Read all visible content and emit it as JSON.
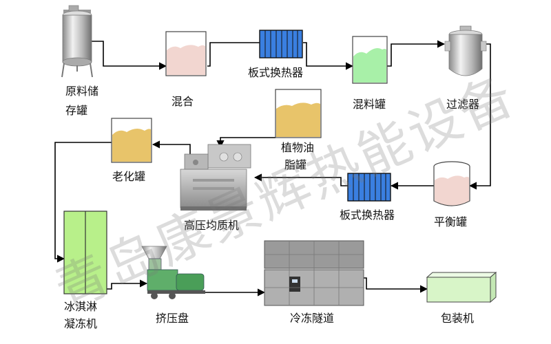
{
  "labels": {
    "raw_tank_line1": "原料储",
    "raw_tank_line2": "存罐",
    "mixing": "混合",
    "plate_exchanger_1": "板式换热器",
    "mixing_tank": "混料罐",
    "filter": "过滤器",
    "oil_tank_line1": "植物油",
    "oil_tank_line2": "脂罐",
    "aging_tank": "老化罐",
    "homogenizer": "高压均质机",
    "plate_exchanger_2": "板式换热器",
    "balance_tank": "平衡罐",
    "freezer_line1": "冰淇淋",
    "freezer_line2": "凝冻机",
    "extruder": "挤压盘",
    "cooling_tunnel": "冷冻隧道",
    "packaging": "包装机"
  },
  "watermark": "青岛康景辉热能设备",
  "colors": {
    "pink_fill": "#f2d6d0",
    "green_fill": "#a8f0a8",
    "mustard_fill": "#e8c46a",
    "plate_blue": "#3a7fe0",
    "freezer_green": "#b8f08a",
    "pack_green": "#d8f5c8",
    "pipe": "#000000"
  }
}
